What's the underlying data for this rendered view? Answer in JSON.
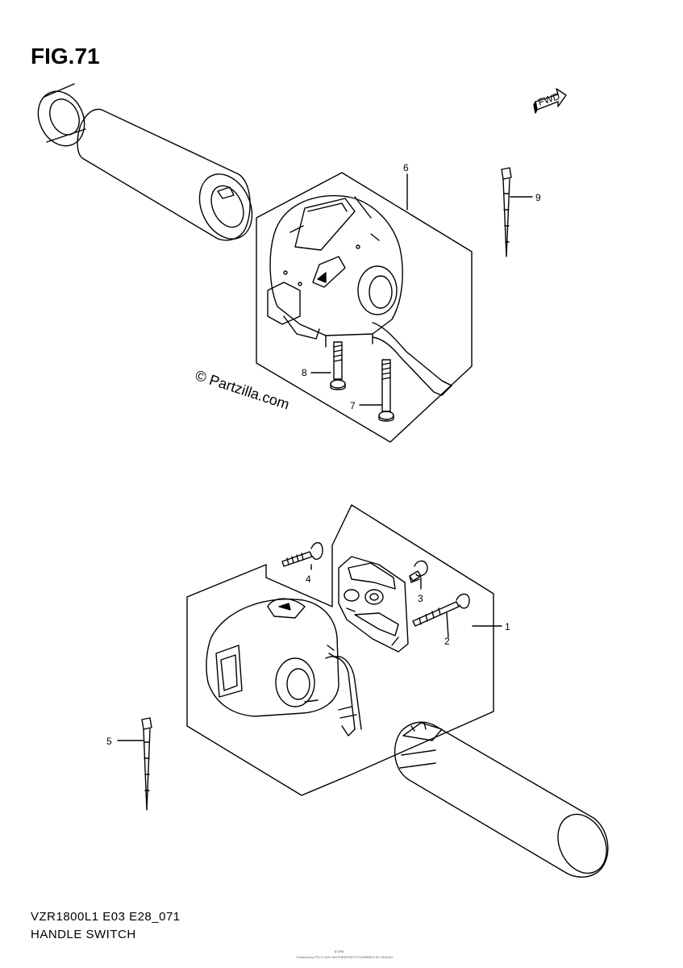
{
  "figure": {
    "title": "FIG.71",
    "code": "VZR1800L1 E03 E28_071",
    "name": "HANDLE SWITCH",
    "watermark": "© Partzilla.com",
    "fwd_label": "FWD",
    "fine_print_1": "1F2PB",
    "fine_print_2": "Powered by PSI © 2021 MOTORSPORTS POWERED BY SUZUKI"
  },
  "callouts": {
    "c1": "1",
    "c2": "2",
    "c3": "3",
    "c4": "4",
    "c5": "5",
    "c6": "6",
    "c7": "7",
    "c8": "8",
    "c9": "9"
  }
}
